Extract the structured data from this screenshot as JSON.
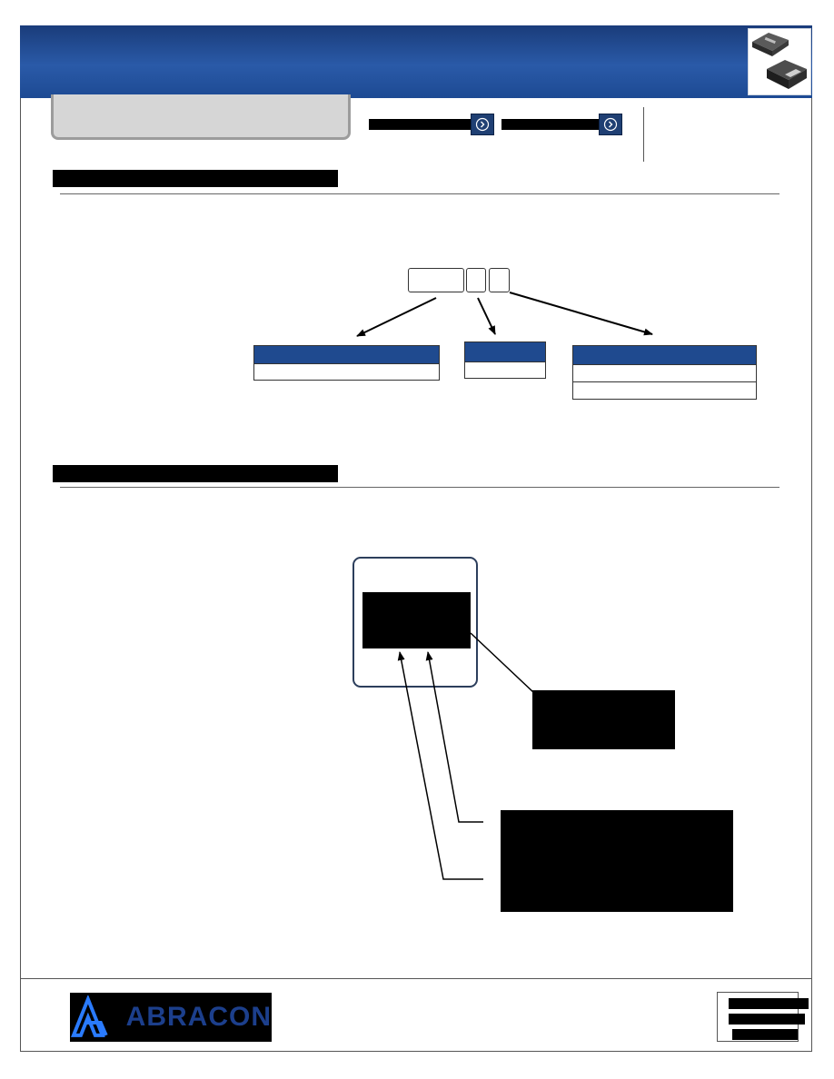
{
  "brand": {
    "logo_text": "ABRACON",
    "colors": {
      "banner": "#1d4a93",
      "table_header": "#1f4a8f",
      "logo_text": "#1c3f8c",
      "logo_mark": "#2a7bff"
    }
  },
  "header": {
    "product_image": "inductor-product-photo",
    "nav_buttons": [
      {
        "icon": "chevron-right-icon"
      },
      {
        "icon": "chevron-right-icon"
      }
    ]
  },
  "sections": [
    {
      "id": "part-identification"
    },
    {
      "id": "marking"
    }
  ],
  "footer": {
    "logo": "abracon-logo"
  }
}
